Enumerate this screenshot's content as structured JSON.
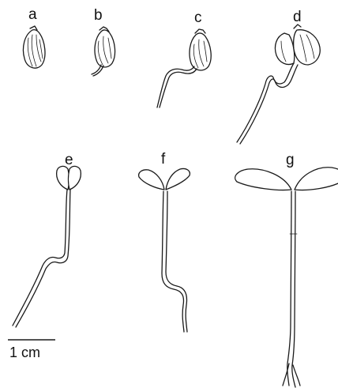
{
  "figure": {
    "panels": [
      {
        "id": "a",
        "label": "a"
      },
      {
        "id": "b",
        "label": "b"
      },
      {
        "id": "c",
        "label": "c"
      },
      {
        "id": "d",
        "label": "d"
      },
      {
        "id": "e",
        "label": "e"
      },
      {
        "id": "f",
        "label": "f"
      },
      {
        "id": "g",
        "label": "g"
      }
    ],
    "scale_bar": {
      "label": "1 cm"
    }
  }
}
